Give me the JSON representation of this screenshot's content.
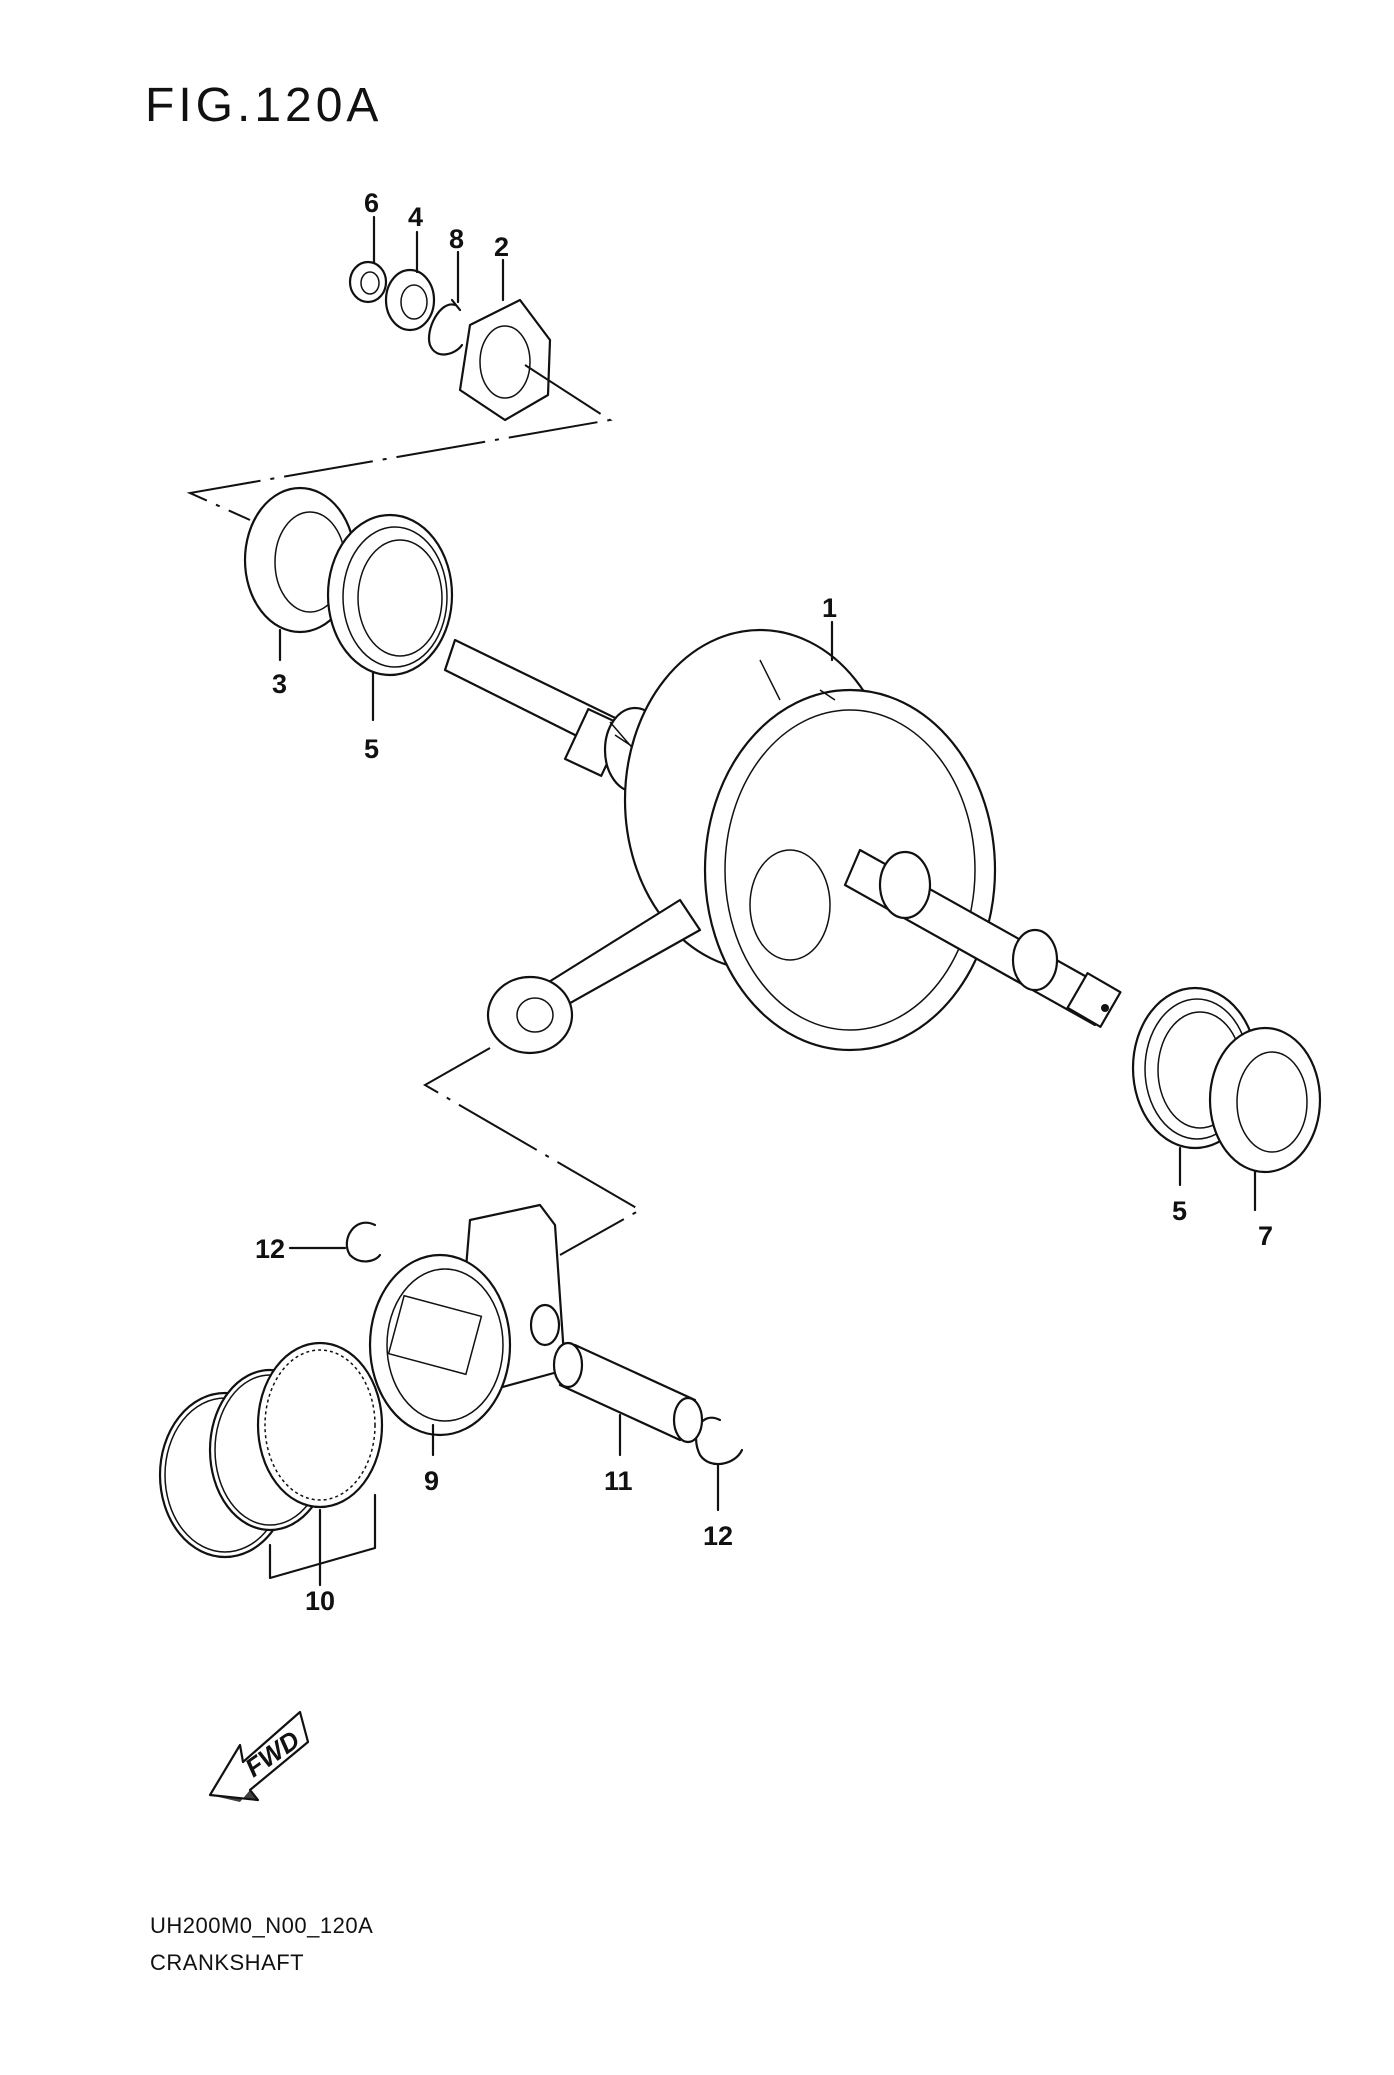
{
  "figure": {
    "title": "FIG.120A",
    "code": "UH200M0_N00_120A",
    "name": "CRANKSHAFT"
  },
  "callouts": [
    {
      "id": "1",
      "label": "1"
    },
    {
      "id": "2",
      "label": "2"
    },
    {
      "id": "3",
      "label": "3"
    },
    {
      "id": "4",
      "label": "4"
    },
    {
      "id": "5a",
      "label": "5"
    },
    {
      "id": "5b",
      "label": "5"
    },
    {
      "id": "6",
      "label": "6"
    },
    {
      "id": "7",
      "label": "7"
    },
    {
      "id": "8",
      "label": "8"
    },
    {
      "id": "9",
      "label": "9"
    },
    {
      "id": "10",
      "label": "10"
    },
    {
      "id": "11",
      "label": "11"
    },
    {
      "id": "12a",
      "label": "12"
    },
    {
      "id": "12b",
      "label": "12"
    }
  ],
  "direction_marker": {
    "label": "FWD",
    "icon": "fwd-arrow-icon"
  }
}
